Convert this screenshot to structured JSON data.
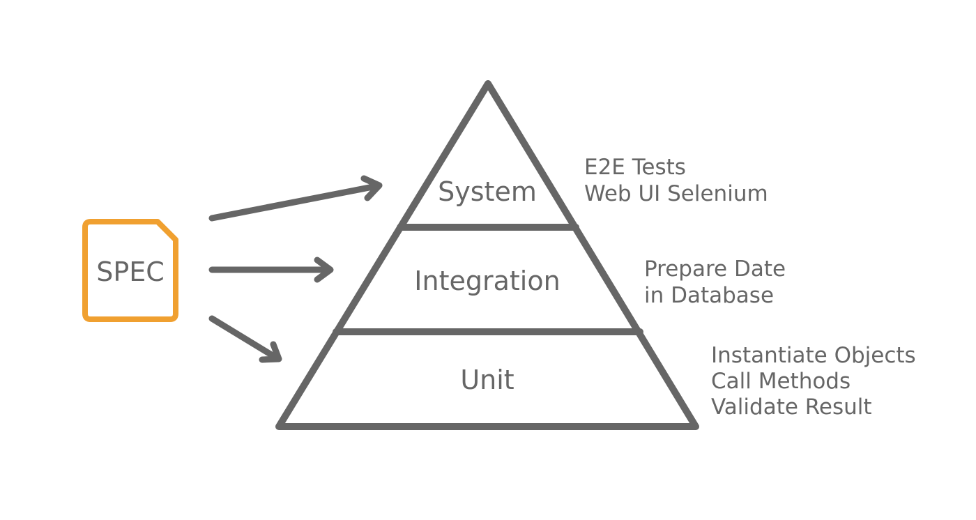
{
  "colors": {
    "stroke": "#666666",
    "text": "#666666",
    "spec_border": "#f0a030",
    "background": "#ffffff"
  },
  "spec": {
    "label": "SPEC"
  },
  "pyramid": {
    "layers": [
      {
        "id": "system",
        "label": "System",
        "notes": [
          "E2E Tests",
          "Web UI Selenium"
        ]
      },
      {
        "id": "integration",
        "label": "Integration",
        "notes": [
          "Prepare Date",
          "in Database"
        ]
      },
      {
        "id": "unit",
        "label": "Unit",
        "notes": [
          "Instantiate Objects",
          "Call Methods",
          "Validate Result"
        ]
      }
    ]
  }
}
